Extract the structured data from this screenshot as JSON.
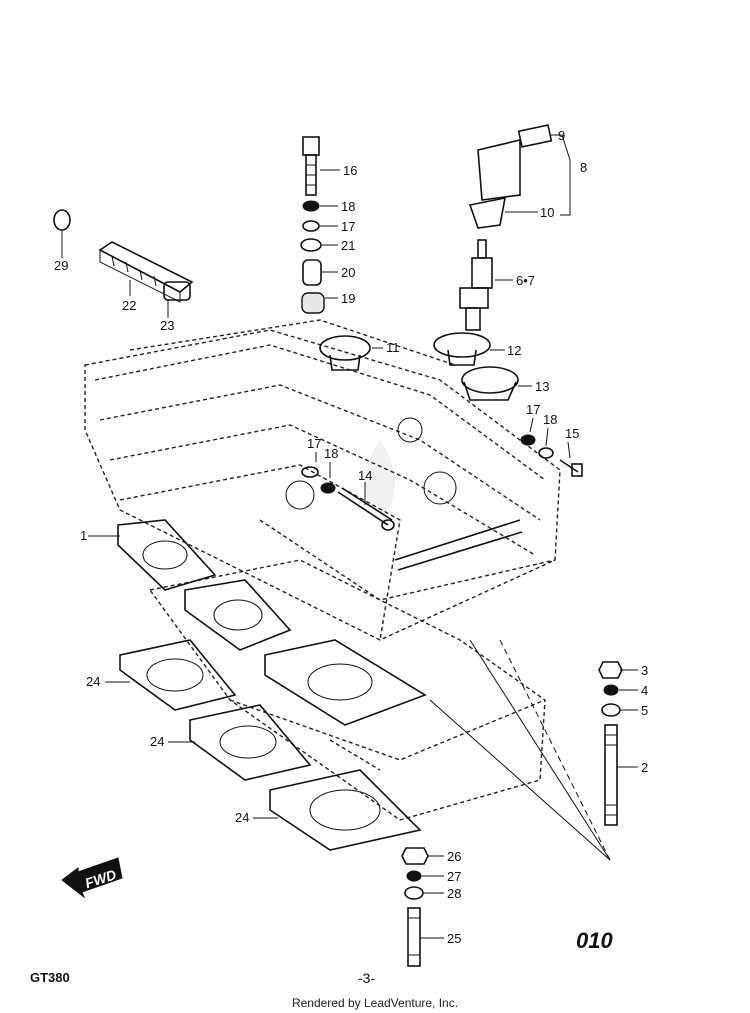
{
  "diagram": {
    "model": "GT380",
    "page_number": "-3-",
    "diagram_code": "010",
    "footer": "Rendered by LeadVenture, Inc.",
    "forward_arrow_label": "FWD",
    "watermark_icon": "leadventure-flame-logo",
    "callouts": {
      "c1": "1",
      "c2": "2",
      "c3": "3",
      "c4": "4",
      "c5": "5",
      "c67": "6•7",
      "c8": "8",
      "c9": "9",
      "c10": "10",
      "c11": "11",
      "c12": "12",
      "c13": "13",
      "c14": "14",
      "c15": "15",
      "c16": "16",
      "c17a": "17",
      "c17b": "17",
      "c17c": "17",
      "c18a": "18",
      "c18b": "18",
      "c18c": "18",
      "c19": "19",
      "c20": "20",
      "c21": "21",
      "c22": "22",
      "c23": "23",
      "c24a": "24",
      "c24b": "24",
      "c24c": "24",
      "c25": "25",
      "c26": "26",
      "c27": "27",
      "c28": "28",
      "c29": "29"
    }
  }
}
